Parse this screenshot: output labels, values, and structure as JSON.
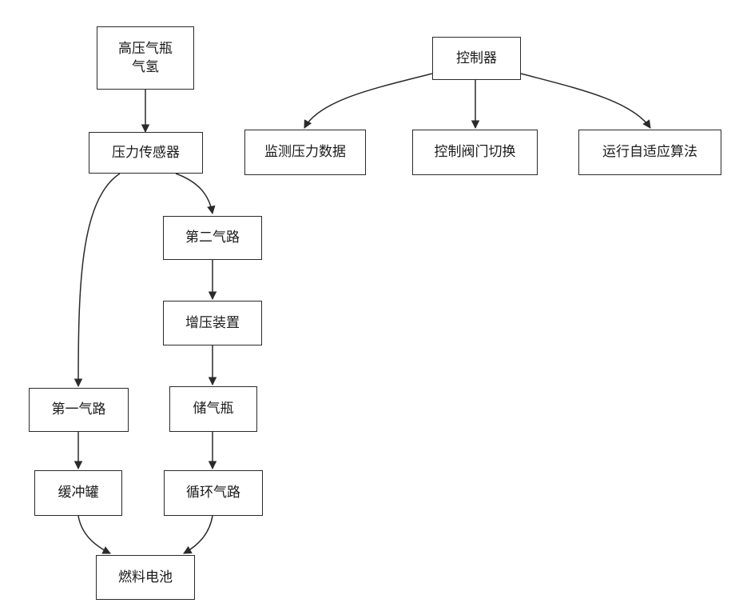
{
  "diagram": {
    "nodes": {
      "cylinder": "高压气瓶\n气氢",
      "sensor": "压力传感器",
      "path2": "第二气路",
      "booster": "增压装置",
      "storage": "储气瓶",
      "cycle": "循环气路",
      "path1": "第一气路",
      "buffer": "缓冲罐",
      "fuelcell": "燃料电池",
      "controller": "控制器",
      "monitor": "监测压力数据",
      "valve": "控制阀门切换",
      "algorithm": "运行自适应算法"
    },
    "line_color": "#2a2a2a"
  }
}
